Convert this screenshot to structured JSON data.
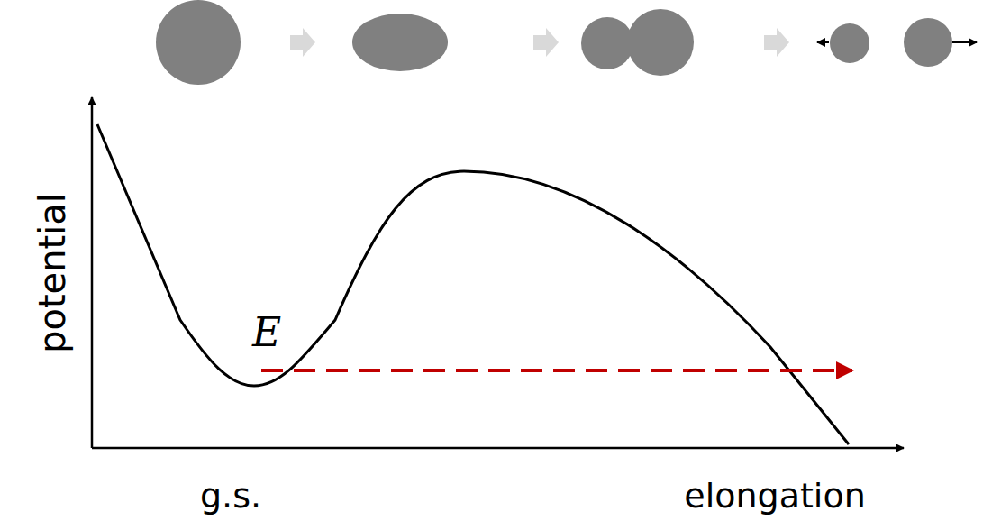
{
  "diagram": {
    "labels": [
      "potential",
      "E",
      "g.s.",
      "elongation"
    ]
  }
}
